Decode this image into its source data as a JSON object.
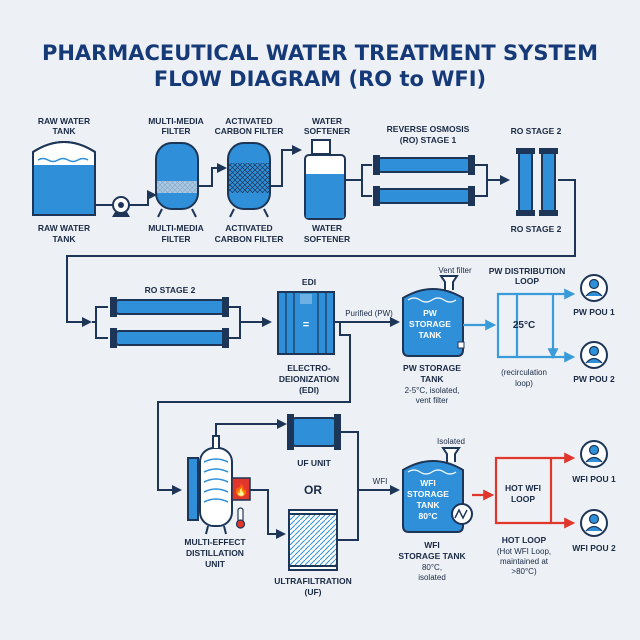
{
  "title": {
    "line1": "PHARMACEUTICAL WATER TREATMENT SYSTEM",
    "line2": "FLOW DIAGRAM (RO to WFI)"
  },
  "stage1": {
    "raw_tank_top": [
      "RAW WATER",
      "TANK"
    ],
    "raw_tank_bottom": [
      "RAW WATER",
      "TANK"
    ],
    "mm_top": [
      "MULTI-MEDIA",
      "FILTER"
    ],
    "mm_bottom": [
      "MULTI-MEDIA",
      "FILTER"
    ],
    "ac_top": [
      "ACTIVATED",
      "CARBON FILTER"
    ],
    "ac_bottom": [
      "ACTIVATED",
      "CARBON FILTER"
    ],
    "softener_top": [
      "WATER",
      "SOFTENER"
    ],
    "softener_bottom": [
      "WATER",
      "SOFTENER"
    ],
    "ro1_top": [
      "REVERSE OSMOSIS",
      "(RO) STAGE 1"
    ],
    "ro2_top": "RO STAGE 2",
    "ro2_bottom": "RO STAGE 2"
  },
  "stage2": {
    "ro2_label": "RO STAGE 2",
    "edi_top": "EDI",
    "edi_bottom": [
      "ELECTRO-",
      "DEIONIZATION",
      "(EDI)"
    ],
    "purified": "Purified (PW)",
    "vent_filter": "Vent filter",
    "pw_tank_inner": [
      "PW",
      "STORAGE",
      "TANK"
    ],
    "pw_tank_label": [
      "PW STORAGE",
      "TANK"
    ],
    "pw_tank_note": [
      "2-5°C, isolated,",
      "vent filter"
    ],
    "pw_loop_label": [
      "PW DISTRIBUTION",
      "LOOP"
    ],
    "pw_loop_temp": "25°C",
    "pw_loop_note": [
      "(recirculation",
      "loop)"
    ],
    "pw_pou1": "PW POU 1",
    "pw_pou2": "PW POU 2"
  },
  "stage3": {
    "med_label": [
      "MULTI-EFFECT",
      "DISTILLATION",
      "UNIT"
    ],
    "uf_unit": "UF UNIT",
    "or": "OR",
    "uf_label": [
      "ULTRAFILTRATION",
      "(UF)"
    ],
    "wfi_flow": "WFI",
    "isolated": "Isolated",
    "wfi_tank_inner": [
      "WFI",
      "STORAGE",
      "TANK",
      "80°C"
    ],
    "wfi_tank_label": [
      "WFI",
      "STORAGE TANK"
    ],
    "wfi_tank_note": [
      "80°C,",
      "isolated"
    ],
    "hot_loop_inner": [
      "HOT WFI",
      "LOOP"
    ],
    "hot_loop_label": [
      "HOT LOOP",
      "(Hot WFI Loop,",
      "maintained at",
      ">80°C)"
    ],
    "wfi_pou1": "WFI POU 1",
    "wfi_pou2": "WFI POU 2"
  },
  "colors": {
    "navy": "#1d3557",
    "water_blue": "#2f8fd8",
    "light_blue": "#3a9bd9",
    "hot_red": "#e0362b",
    "title_blue": "#163a78"
  }
}
